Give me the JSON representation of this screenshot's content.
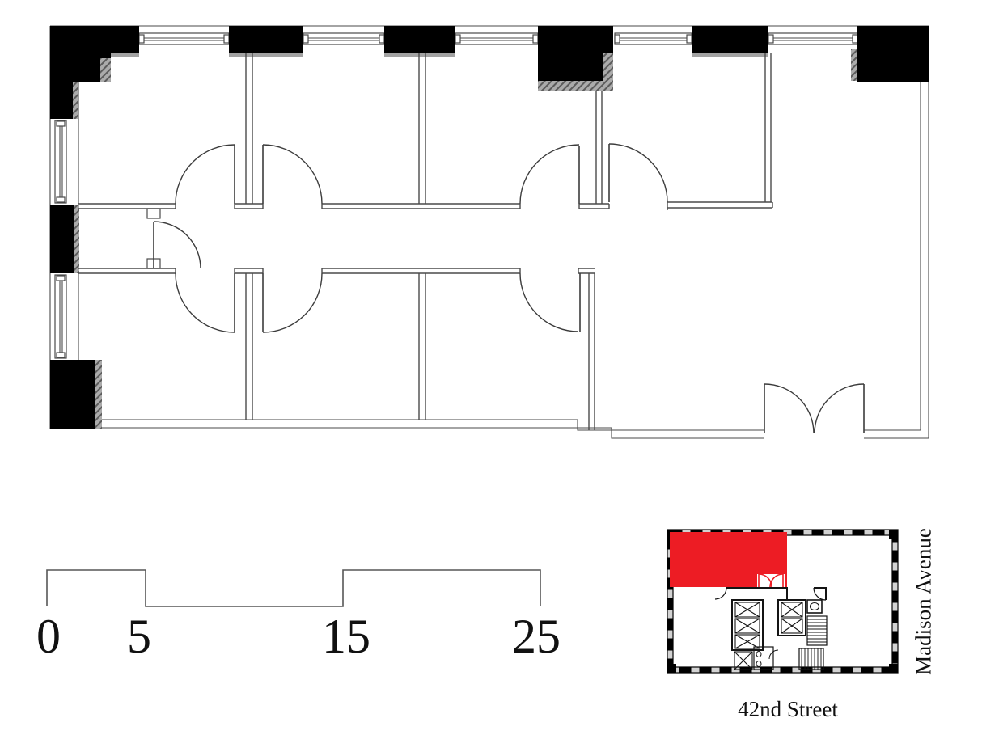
{
  "diagram_type": "architectural floor plan with graphic scale bar and key plan",
  "colors": {
    "background": "#ffffff",
    "wall_line": "#4a4a4a",
    "column_fill": "#000000",
    "hatch_gray": "#a2a2a2",
    "highlight_red": "#ed1c24",
    "text": "#111111"
  },
  "scale_bar": {
    "labels": [
      "0",
      "5",
      "15",
      "25"
    ],
    "values": [
      0,
      5,
      15,
      25
    ]
  },
  "key_plan": {
    "right_street": "Madison Avenue",
    "bottom_street": "42nd Street",
    "highlighted_area": "suite on upper-left quadrant of building footprint"
  }
}
